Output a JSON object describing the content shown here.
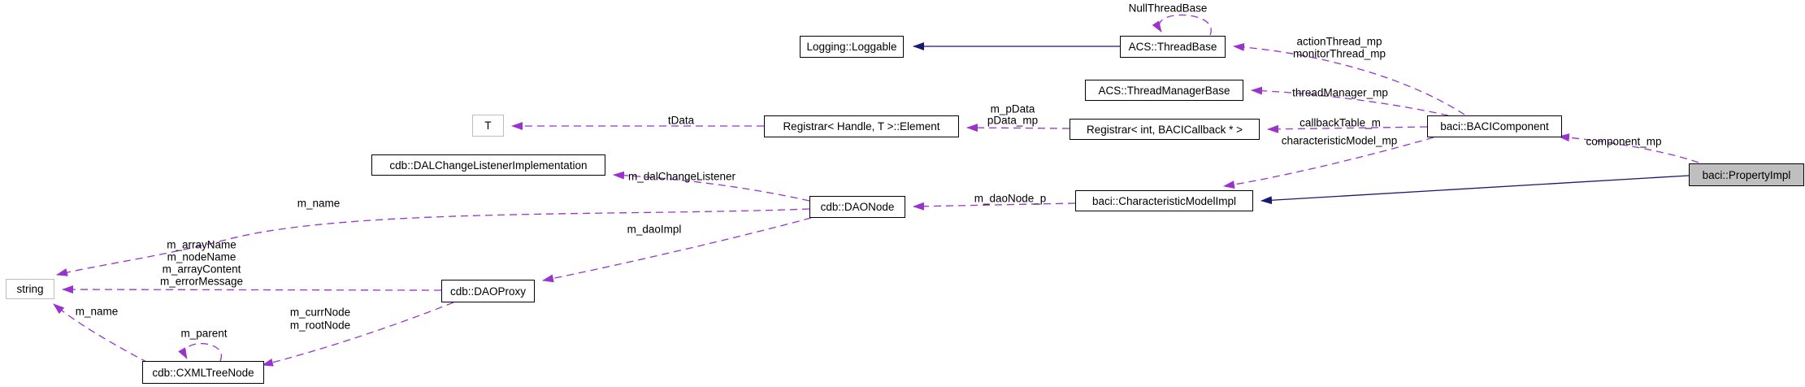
{
  "colors": {
    "inheritance_edge": "#191970",
    "usage_edge": "#9a32cd",
    "node_border": "#000000",
    "node_fill": "#ffffff",
    "external_node_border": "#bdbdbd",
    "focus_node_fill": "#bfbfbf",
    "background": "#ffffff"
  },
  "nodes": {
    "loggable": {
      "label": "Logging::Loggable"
    },
    "threadbase": {
      "label": "ACS::ThreadBase"
    },
    "threadmanager": {
      "label": "ACS::ThreadManagerBase"
    },
    "element": {
      "label": "Registrar< Handle, T >::Element"
    },
    "registrar_int": {
      "label": "Registrar< int, BACICallback * >"
    },
    "t": {
      "label": "T"
    },
    "bacicomponent": {
      "label": "baci::BACIComponent"
    },
    "propertyimpl": {
      "label": "baci::PropertyImpl"
    },
    "dalchange": {
      "label": "cdb::DALChangeListenerImplementation"
    },
    "daonode": {
      "label": "cdb::DAONode"
    },
    "charmodel": {
      "label": "baci::CharacteristicModelImpl"
    },
    "string": {
      "label": "string"
    },
    "daoproxy": {
      "label": "cdb::DAOProxy"
    },
    "cxmltreenode": {
      "label": "cdb::CXMLTreeNode"
    }
  },
  "labels": {
    "null_thread_base": "NullThreadBase",
    "action_thread_mp": "actionThread_mp",
    "monitor_thread_mp": "monitorThread_mp",
    "thread_manager_mp": "threadManager_mp",
    "m_pdata": "m_pData",
    "pdata_mp": "pData_mp",
    "tdata": "tData",
    "callback_table_m": "callbackTable_m",
    "characteristic_model_mp": "characteristicModel_mp",
    "component_mp": "component_mp",
    "m_dao_node_p": "m_daoNode_p",
    "m_dal_change_listener": "m_dalChangeListener",
    "m_name_top": "m_name",
    "m_dao_impl": "m_daoImpl",
    "m_array_name": "m_arrayName",
    "m_node_name": "m_nodeName",
    "m_array_content": "m_arrayContent",
    "m_error_message": "m_errorMessage",
    "m_curr_node": "m_currNode",
    "m_root_node": "m_rootNode",
    "m_name_bottom": "m_name",
    "m_parent": "m_parent"
  }
}
